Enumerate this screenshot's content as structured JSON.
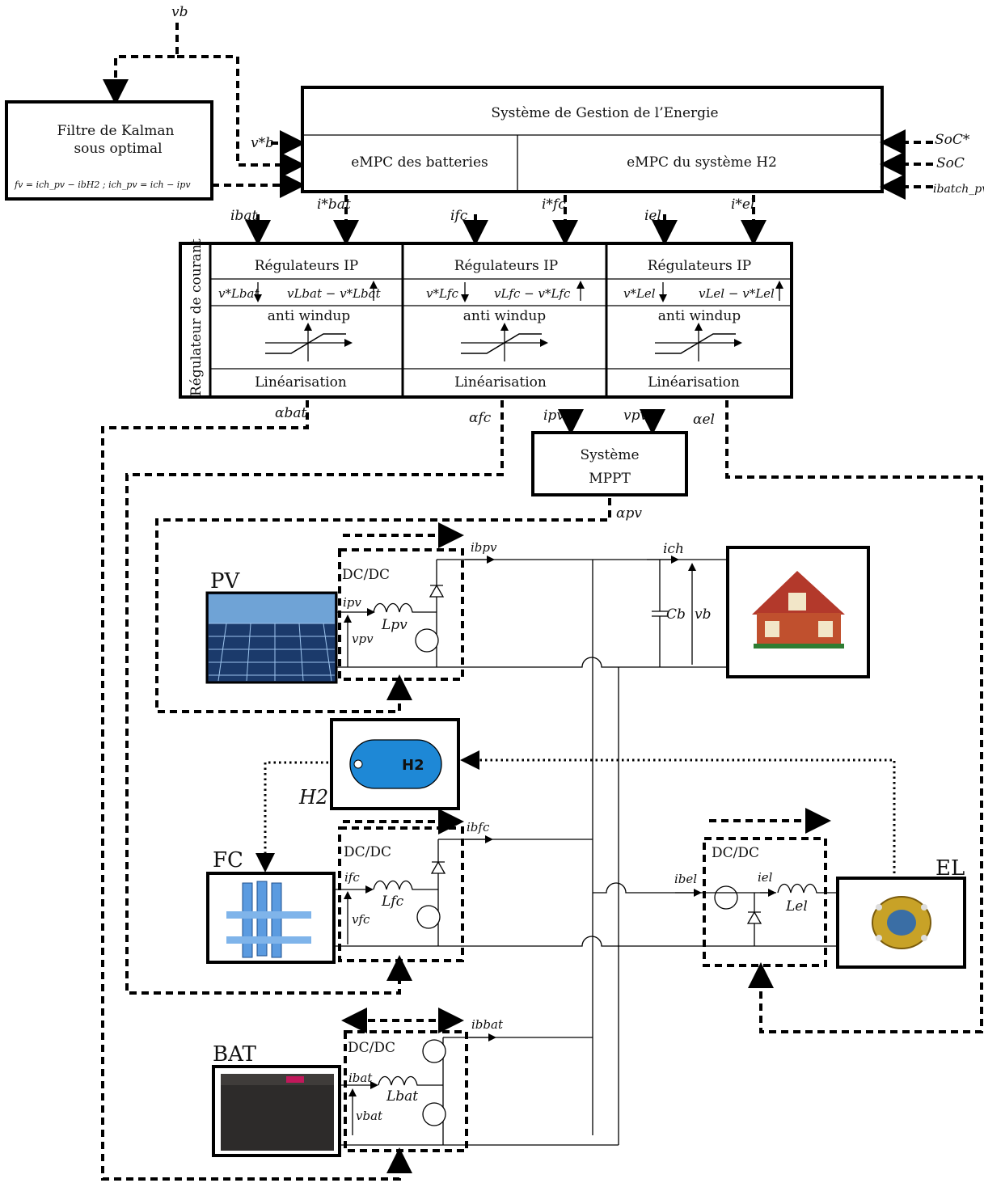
{
  "ems": {
    "title": "Système de Gestion de l’Energie",
    "left": "eMPC des batteries",
    "right": "eMPC du système H2"
  },
  "kalman": {
    "line1": "Filtre de Kalman",
    "line2": "sous optimal",
    "formula": "fv = ich_pv − ibH2 ; ich_pv = ich − ipv"
  },
  "regulator": {
    "side_label": "Régulateur de courant",
    "blocks": [
      {
        "title": "Régulateurs IP",
        "sub": "anti windup",
        "bottom": "Linéarisation",
        "v_ref": "v*Lbat",
        "v_diff": "vLbat − v*Lbat"
      },
      {
        "title": "Régulateurs IP",
        "sub": "anti windup",
        "bottom": "Linéarisation",
        "v_ref": "v*Lfc",
        "v_diff": "vLfc − v*Lfc"
      },
      {
        "title": "Régulateurs IP",
        "sub": "anti windup",
        "bottom": "Linéarisation",
        "v_ref": "v*Lel",
        "v_diff": "vLel − v*Lel"
      }
    ]
  },
  "mppt": {
    "line1": "Système",
    "line2": "MPPT"
  },
  "signals": {
    "vb": "vb",
    "vb_star": "v*b",
    "soc_star": "SoC*",
    "soc": "SoC",
    "ich_pv_bat": "ibatch_pv",
    "i_bat": "ibat",
    "i_bat_star": "i*bat",
    "i_fc": "ifc",
    "i_fc_star": "i*fc",
    "i_el": "iel",
    "i_el_star": "i*el",
    "alpha_bat": "αbat",
    "alpha_fc": "αfc",
    "alpha_el": "αel",
    "alpha_pv": "αpv",
    "i_pv": "ipv",
    "v_pv": "vpv"
  },
  "sources": {
    "pv": "PV",
    "fc": "FC",
    "bat": "BAT",
    "el": "EL",
    "h2": "H2",
    "h2_tank": "H2"
  },
  "converters": {
    "label": "DC/DC"
  },
  "circuit": {
    "i_pv_b": "ibpv",
    "i_ch": "ich",
    "cb": "Cb",
    "vb": "vb",
    "i_pv": "ipv",
    "l_pv": "Lpv",
    "v_pv": "vpv",
    "i_fc_b": "ibfc",
    "i_fc": "ifc",
    "l_fc": "Lfc",
    "v_fc": "vfc",
    "i_el_b": "ibel",
    "i_el": "iel",
    "l_el": "Lel",
    "i_bat_b": "ibbat",
    "i_bat": "ibat",
    "l_bat": "Lbat",
    "v_bat": "vbat"
  },
  "colors": {
    "line": "#000000",
    "h2_tank": "#1e88d6",
    "house_roof": "#b3392b"
  }
}
